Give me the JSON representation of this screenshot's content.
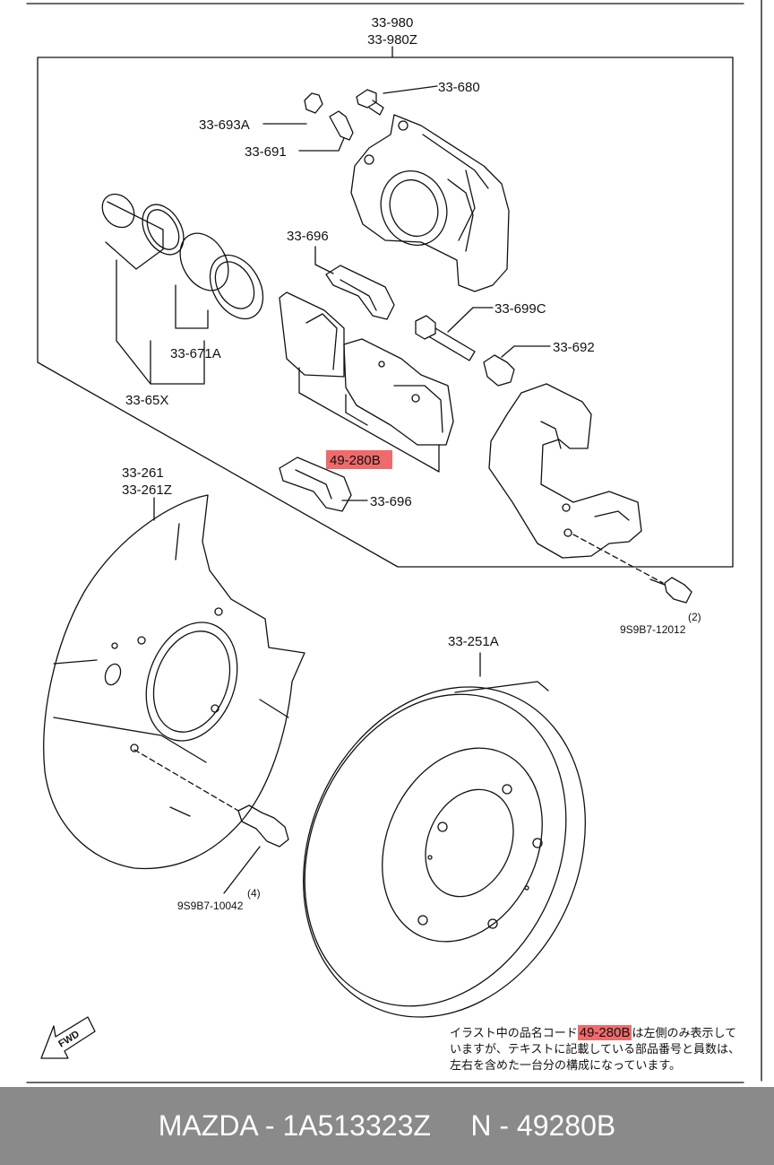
{
  "labels": {
    "caliper_assy_1": "33-980",
    "caliper_assy_2": "33-980Z",
    "bolt_680": "33-680",
    "cap_693a": "33-693A",
    "bleeder_691": "33-691",
    "clip_696_top": "33-696",
    "pin_699c": "33-699C",
    "boot_692": "33-692",
    "seal_671a": "33-671A",
    "piston_65x": "33-65X",
    "pad_set": "49-280B",
    "clip_696_bottom": "33-696",
    "plate_261": "33-261",
    "plate_261z": "33-261Z",
    "bolt_12012_qty": "(2)",
    "bolt_12012": "9S9B7-12012",
    "disc_251a": "33-251A",
    "bolt_10042_qty": "(4)",
    "bolt_10042": "9S9B7-10042",
    "fwd": "FWD"
  },
  "note": {
    "part1": "イラスト中の品名コード",
    "code": "49-280B",
    "part2": "は左側のみ表示していますが、テキストに記載している部品番号と員数は、左右を含めた一台分の構成になっています。"
  },
  "footer": {
    "text": "MAZDA - 1A513323Z     N - 49280B"
  },
  "colors": {
    "highlight": "#ef6b6b",
    "footer_bg": "#8a8a8a",
    "line": "#111111"
  }
}
